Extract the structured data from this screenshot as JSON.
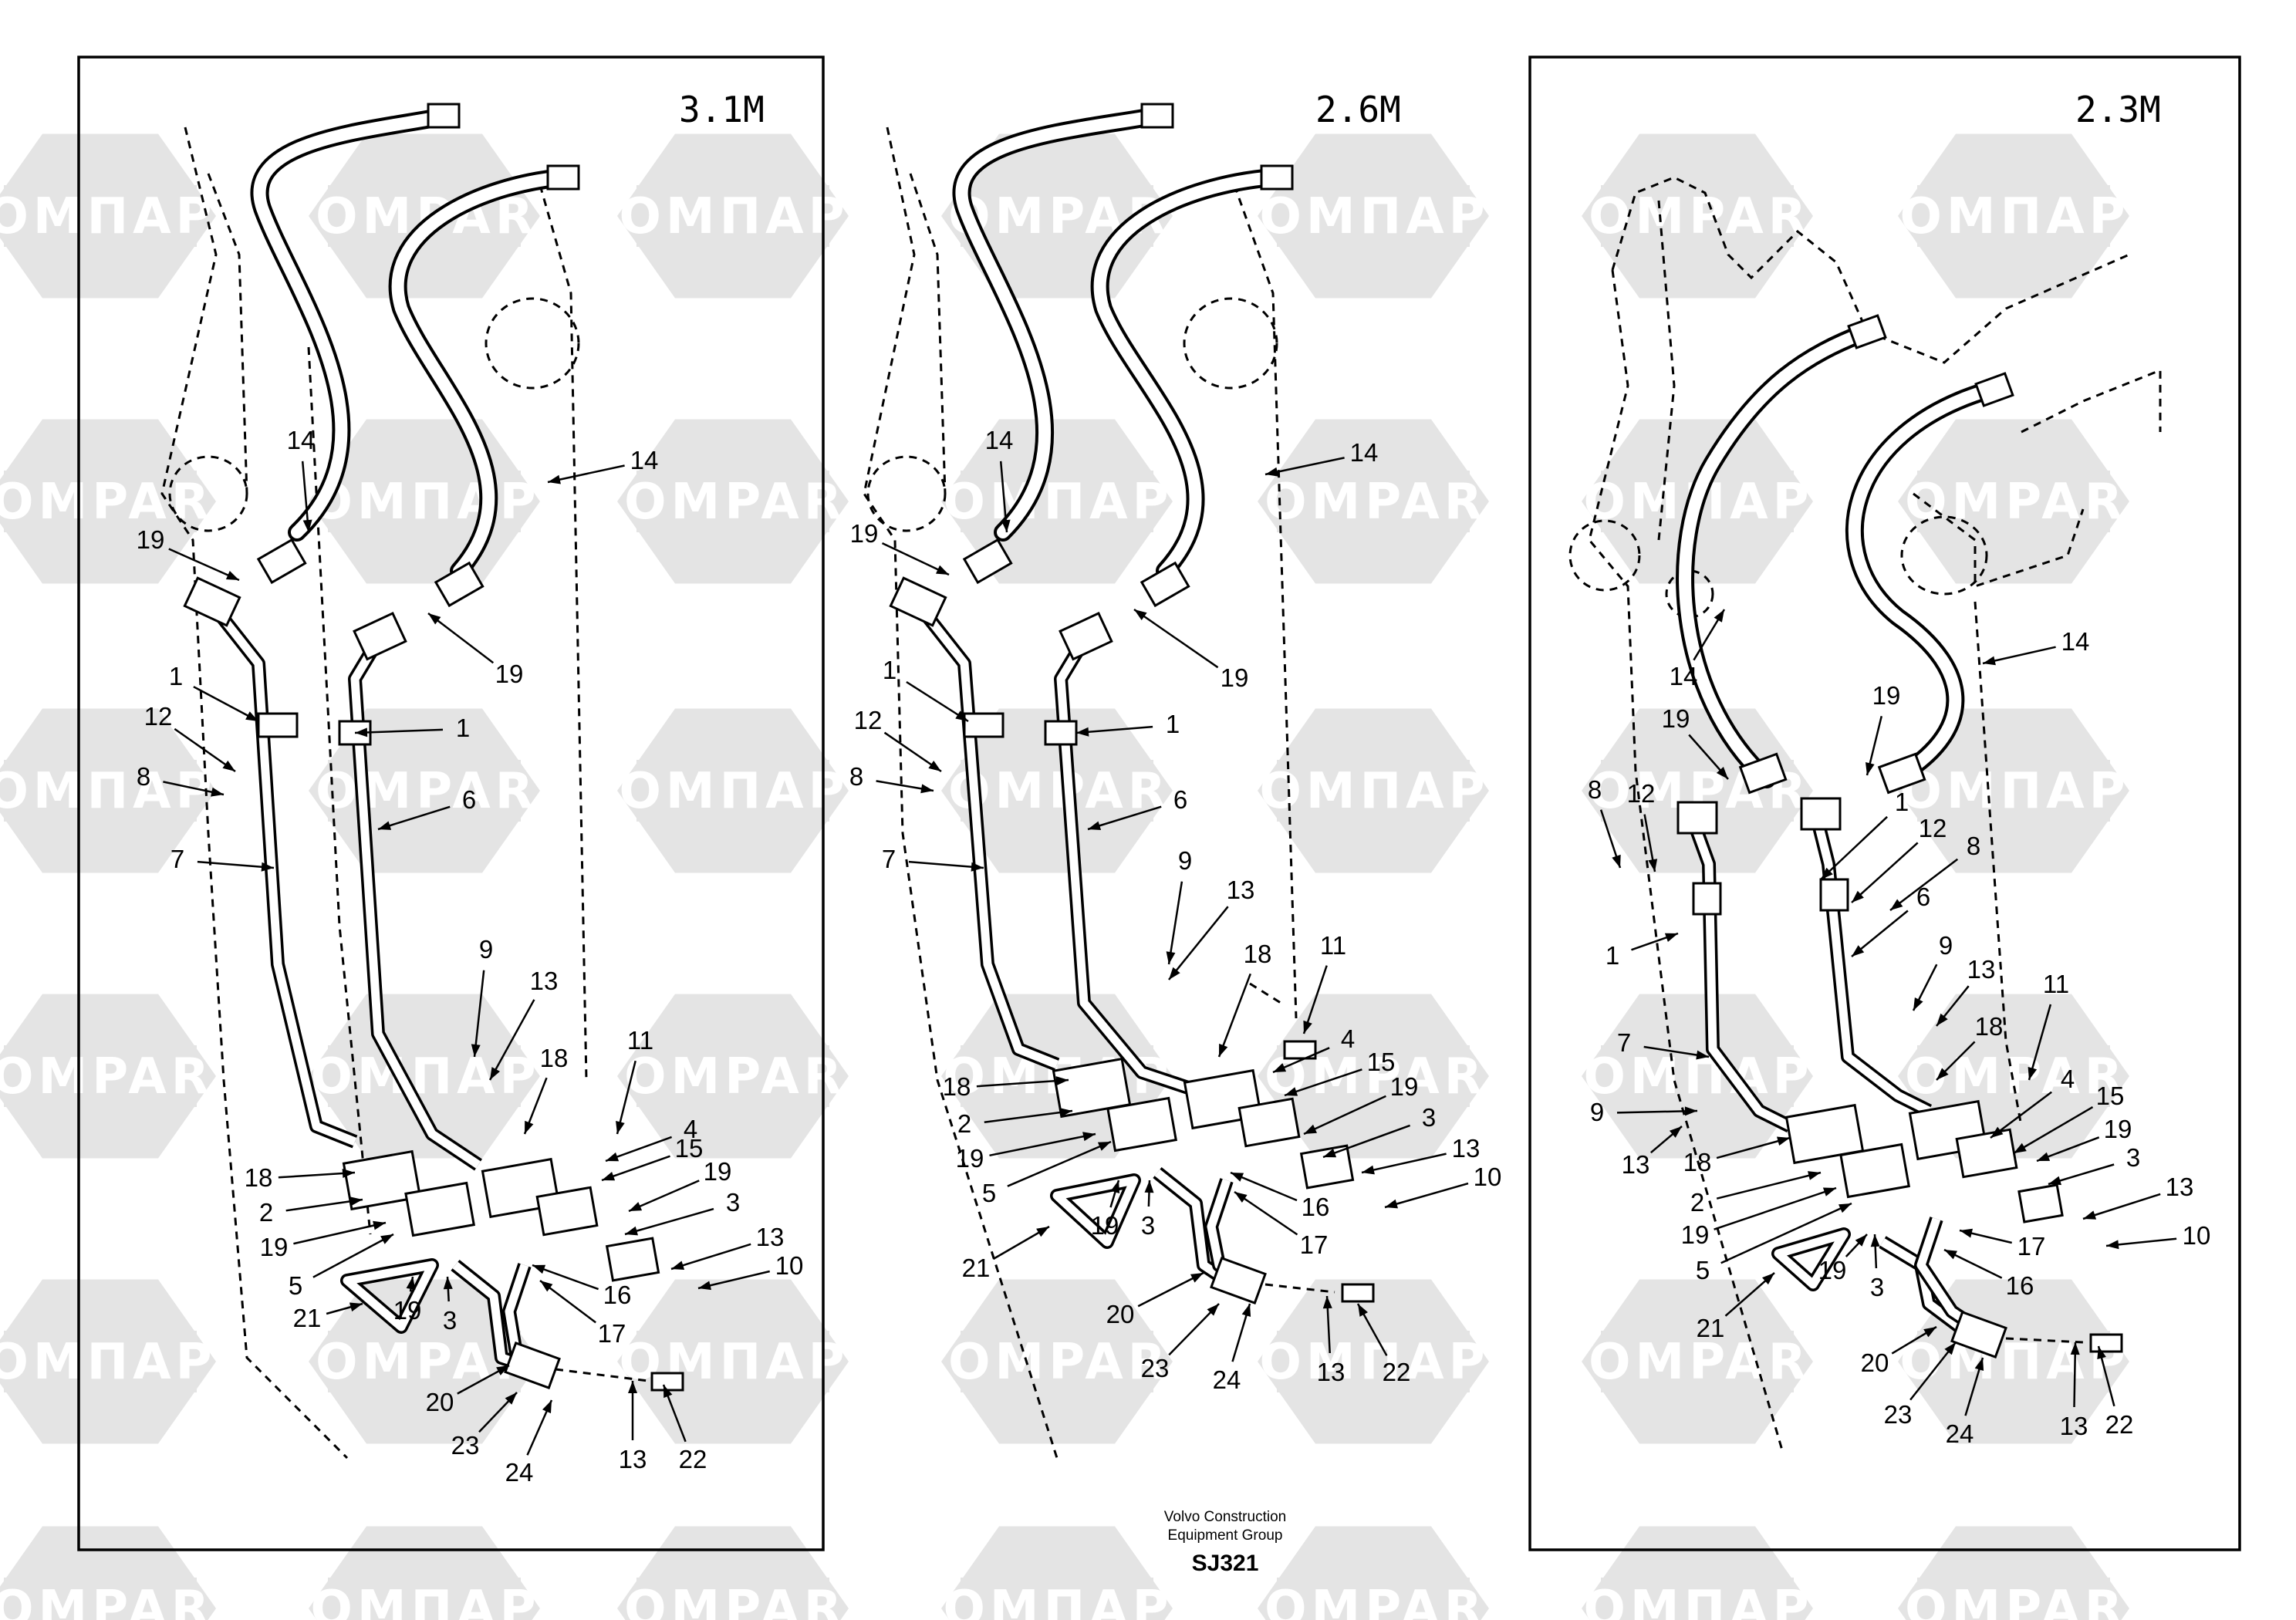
{
  "watermark": {
    "texts": [
      "KOMПAPT",
      "COMPART"
    ],
    "color": "#e4e4e4"
  },
  "views": [
    {
      "id": "v31",
      "label": "3.1M",
      "framed": true
    },
    {
      "id": "v26",
      "label": "2.6M",
      "framed": false
    },
    {
      "id": "v23",
      "label": "2.3M",
      "framed": true
    }
  ],
  "callouts": {
    "v31": [
      {
        "text": "14"
      },
      {
        "text": "14"
      },
      {
        "text": "19"
      },
      {
        "text": "19"
      },
      {
        "text": "1"
      },
      {
        "text": "1"
      },
      {
        "text": "12"
      },
      {
        "text": "8"
      },
      {
        "text": "7"
      },
      {
        "text": "6"
      },
      {
        "text": "9"
      },
      {
        "text": "13"
      },
      {
        "text": "18"
      },
      {
        "text": "11"
      },
      {
        "text": "4"
      },
      {
        "text": "15"
      },
      {
        "text": "19"
      },
      {
        "text": "3"
      },
      {
        "text": "13"
      },
      {
        "text": "10"
      },
      {
        "text": "18"
      },
      {
        "text": "2"
      },
      {
        "text": "19"
      },
      {
        "text": "5"
      },
      {
        "text": "21"
      },
      {
        "text": "19"
      },
      {
        "text": "3"
      },
      {
        "text": "16"
      },
      {
        "text": "17"
      },
      {
        "text": "20"
      },
      {
        "text": "23"
      },
      {
        "text": "24"
      },
      {
        "text": "13"
      },
      {
        "text": "22"
      }
    ],
    "v26": [
      {
        "text": "14"
      },
      {
        "text": "14"
      },
      {
        "text": "19"
      },
      {
        "text": "19"
      },
      {
        "text": "1"
      },
      {
        "text": "1"
      },
      {
        "text": "12"
      },
      {
        "text": "8"
      },
      {
        "text": "7"
      },
      {
        "text": "6"
      },
      {
        "text": "9"
      },
      {
        "text": "13"
      },
      {
        "text": "18"
      },
      {
        "text": "11"
      },
      {
        "text": "18"
      },
      {
        "text": "4"
      },
      {
        "text": "15"
      },
      {
        "text": "2"
      },
      {
        "text": "19"
      },
      {
        "text": "19"
      },
      {
        "text": "3"
      },
      {
        "text": "5"
      },
      {
        "text": "13"
      },
      {
        "text": "10"
      },
      {
        "text": "19"
      },
      {
        "text": "3"
      },
      {
        "text": "16"
      },
      {
        "text": "21"
      },
      {
        "text": "17"
      },
      {
        "text": "20"
      },
      {
        "text": "23"
      },
      {
        "text": "24"
      },
      {
        "text": "13"
      },
      {
        "text": "22"
      }
    ],
    "v23": [
      {
        "text": "14"
      },
      {
        "text": "14"
      },
      {
        "text": "19"
      },
      {
        "text": "19"
      },
      {
        "text": "8"
      },
      {
        "text": "12"
      },
      {
        "text": "1"
      },
      {
        "text": "12"
      },
      {
        "text": "8"
      },
      {
        "text": "6"
      },
      {
        "text": "1"
      },
      {
        "text": "9"
      },
      {
        "text": "13"
      },
      {
        "text": "11"
      },
      {
        "text": "18"
      },
      {
        "text": "7"
      },
      {
        "text": "4"
      },
      {
        "text": "15"
      },
      {
        "text": "9"
      },
      {
        "text": "19"
      },
      {
        "text": "3"
      },
      {
        "text": "13"
      },
      {
        "text": "18"
      },
      {
        "text": "13"
      },
      {
        "text": "10"
      },
      {
        "text": "2"
      },
      {
        "text": "19"
      },
      {
        "text": "19"
      },
      {
        "text": "17"
      },
      {
        "text": "5"
      },
      {
        "text": "3"
      },
      {
        "text": "16"
      },
      {
        "text": "21"
      },
      {
        "text": "20"
      },
      {
        "text": "23"
      },
      {
        "text": "13"
      },
      {
        "text": "22"
      },
      {
        "text": "24"
      }
    ]
  },
  "footer": {
    "company_line1": "Volvo Construction",
    "company_line2": "Equipment Group",
    "code": "SJ321"
  }
}
